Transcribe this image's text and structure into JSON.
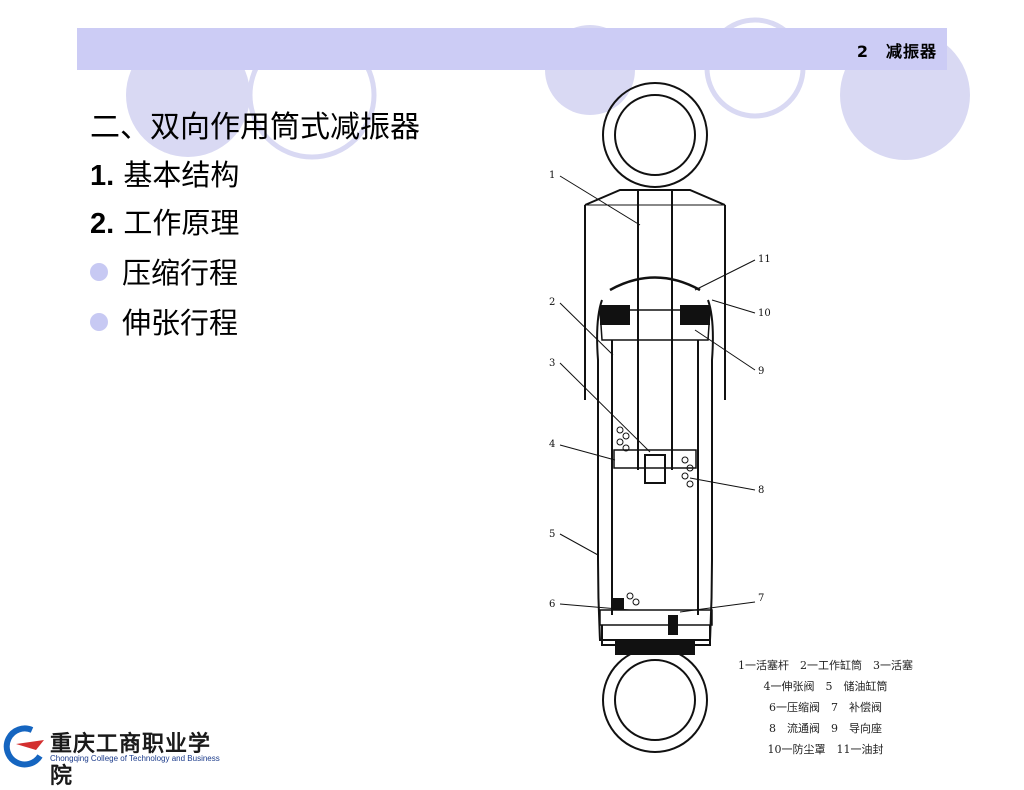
{
  "header": {
    "section": "2　减振器"
  },
  "content": {
    "title": "二、双向作用筒式减振器",
    "items": [
      {
        "num": "1.",
        "text": "基本结构"
      },
      {
        "num": "2.",
        "text": "工作原理"
      }
    ],
    "bullets": [
      "压缩行程",
      "伸张行程"
    ]
  },
  "diagram": {
    "labels": [
      "1",
      "2",
      "3",
      "4",
      "5",
      "6",
      "7",
      "8",
      "9",
      "10",
      "11"
    ],
    "legend": [
      "1一活塞杆　2一工作缸筒　3一活塞",
      "4一伸张阀　5　储油缸筒",
      "6一压缩阀　7　补偿阀",
      "8　流通阀　9　导向座",
      "10一防尘罩　11一油封"
    ]
  },
  "logo": {
    "name": "重庆工商职业学院",
    "english": "Chongqing College of Technology and Business"
  },
  "colors": {
    "header_bar": "#ccccf5",
    "bullet": "#c7c9f3",
    "deco": "#d9d9f3"
  }
}
